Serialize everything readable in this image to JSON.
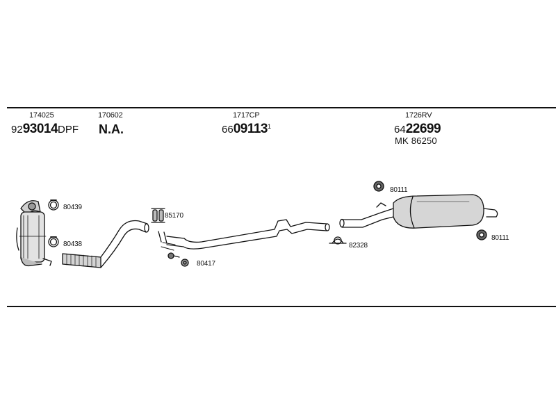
{
  "columns": [
    {
      "code": "174025",
      "pn_prefix": "92",
      "pn_main": "93014",
      "pn_suffix": "DPF"
    },
    {
      "code": "170602",
      "na": "N.A."
    },
    {
      "code": "1717CP",
      "pn_prefix": "66",
      "pn_main": "09113",
      "pn_sup": "1"
    },
    {
      "code": "1726RV",
      "pn_prefix": "64",
      "pn_main": "22699",
      "mk": "MK 86250"
    }
  ],
  "parts": {
    "clamp_80439": "80439",
    "clamp_80438": "80438",
    "hanger_85170": "85170",
    "bolt_80417": "80417",
    "clamp_82328": "82328",
    "ring_80111_top": "80111",
    "ring_80111_right": "80111"
  },
  "colors": {
    "line": "#111111",
    "fill_light": "#d9d9d9",
    "fill_mid": "#a9a9a9"
  }
}
